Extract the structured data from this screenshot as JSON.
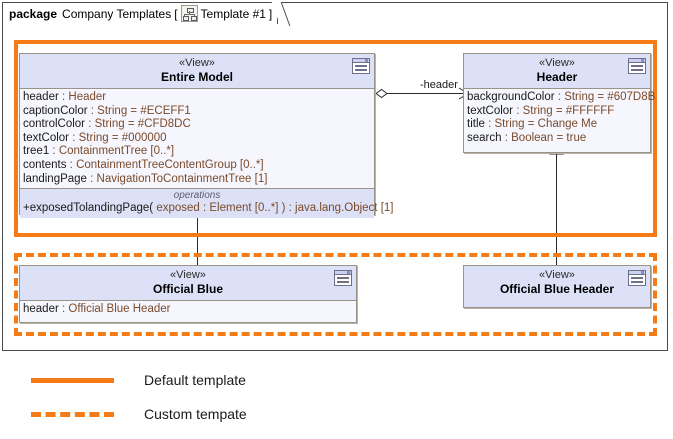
{
  "package": {
    "keyword": "package",
    "name": "Company Templates",
    "bracket_open": "[",
    "icon": "package-tree-icon",
    "subname": "Template #1",
    "bracket_close": "]"
  },
  "regions": {
    "default": {
      "name": "default-template-region",
      "style": "solid",
      "color": "#F47B16"
    },
    "custom": {
      "name": "custom-template-region",
      "style": "dashed",
      "color": "#F47B16"
    }
  },
  "classes": [
    {
      "id": "entire-model",
      "stereotype": "«View»",
      "title": "Entire Model",
      "icon": "view-class-icon",
      "attributes": [
        {
          "name": "header",
          "sep": " : ",
          "type": "Header"
        },
        {
          "name": "captionColor",
          "sep": " : ",
          "type": "String = #ECEFF1"
        },
        {
          "name": "controlColor",
          "sep": " : ",
          "type": "String = #CFD8DC"
        },
        {
          "name": "textColor",
          "sep": " : ",
          "type": "String = #000000"
        },
        {
          "name": "tree1",
          "sep": " : ",
          "type": "ContainmentTree [0..*]"
        },
        {
          "name": "contents",
          "sep": " : ",
          "type": "ContainmentTreeContentGroup [0..*]"
        },
        {
          "name": "landingPage",
          "sep": " : ",
          "type": "NavigationToContainmentTree [1]"
        }
      ],
      "operations_label": "operations",
      "operations": [
        {
          "name": "+exposedTolandingPage(",
          "sep": " exposed : ",
          "type": "Element [0..*] ) : java.lang.Object [1]"
        }
      ]
    },
    {
      "id": "header",
      "stereotype": "«View»",
      "title": "Header",
      "icon": "view-class-icon",
      "attributes": [
        {
          "name": "backgroundColor",
          "sep": " : ",
          "type": "String = #607D8B"
        },
        {
          "name": "textColor",
          "sep": " : ",
          "type": "String = #FFFFFF"
        },
        {
          "name": "title",
          "sep": " : ",
          "type": "String = Change Me"
        },
        {
          "name": "search",
          "sep": " : ",
          "type": "Boolean = true"
        }
      ],
      "operations_label": "",
      "operations": []
    },
    {
      "id": "official-blue",
      "stereotype": "«View»",
      "title": "Official Blue",
      "icon": "view-class-icon",
      "attributes": [
        {
          "name": "header",
          "sep": " : ",
          "type": "Official Blue Header"
        }
      ],
      "operations_label": "",
      "operations": []
    },
    {
      "id": "official-blue-header",
      "stereotype": "«View»",
      "title": "Official Blue Header",
      "icon": "view-class-icon",
      "attributes": [],
      "operations_label": "",
      "operations": []
    }
  ],
  "connectors": {
    "association_label": "-header"
  },
  "legend": {
    "items": [
      {
        "style": "solid",
        "label": "Default template"
      },
      {
        "style": "dashed",
        "label": "Custom tempate"
      }
    ]
  }
}
